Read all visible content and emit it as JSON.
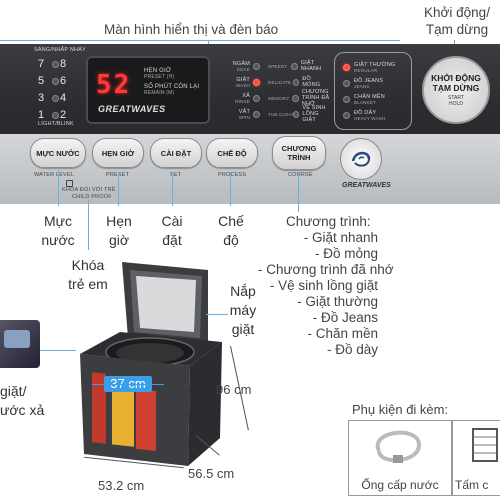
{
  "callouts": {
    "display": "Màn hình hiển thị và đèn báo",
    "start_line1": "Khởi động/",
    "start_line2": "Tạm dừng"
  },
  "panel": {
    "top_labels": {
      "select": "SÁNG/NHẤP NHÁY",
      "light_blink": "LIGHT/BLINK"
    },
    "water_numbers": [
      "7",
      "8",
      "5",
      "6",
      "3",
      "4",
      "1",
      "2"
    ],
    "display": {
      "digits": "52",
      "line1": "HẸN GIỜ",
      "line1_en": "PRESET (H)",
      "line2": "SỐ PHÚT CÒN LẠI",
      "line2_en": "REMAIN (M)",
      "brand": "GREATWAVES"
    },
    "process_items": [
      {
        "vi": "NGÂM",
        "en": "SOAK"
      },
      {
        "vi": "GIẶT",
        "en": "WASH"
      },
      {
        "vi": "XẢ",
        "en": "RINSE"
      },
      {
        "vi": "VẮT",
        "en": "SPIN"
      }
    ],
    "course_left": [
      {
        "en": "SPEEDY",
        "vi": "GIẶT NHANH"
      },
      {
        "en": "DELICATE",
        "vi": "ĐỒ MỎNG"
      },
      {
        "en": "MEMORY",
        "vi": "CHƯƠNG TRÌNH ĐÃ NHỚ"
      },
      {
        "en": "TUB CLEAN",
        "vi": "VỆ SINH LỒNG GIẶT"
      }
    ],
    "course_right": [
      {
        "vi": "GIẶT THƯỜNG",
        "en": "REGULAR"
      },
      {
        "vi": "ĐỒ JEANS",
        "en": "JEANS"
      },
      {
        "vi": "CHĂN MỀN",
        "en": "BLANKET"
      },
      {
        "vi": "ĐỒ DÀY",
        "en": "HEAVY WASH"
      }
    ],
    "start_button": {
      "line1": "KHỞI ĐỘNG",
      "line2": "TẠM DỪNG",
      "en1": "START",
      "en2": "HOLD"
    },
    "buttons": {
      "water_level": "MỰC NƯỚC",
      "water_level_en": "WATER LEVEL",
      "preset": "HẸN GIỜ",
      "preset_en": "PRESET",
      "set": "CÀI ĐẶT",
      "set_en": "SET",
      "process": "CHẾ ĐỘ",
      "process_en": "PROCESS",
      "course": "CHƯƠNG TRÌNH",
      "course_en": "COURSE",
      "child_lock": "KHÓA ĐỔI VỚI TRẺ",
      "child_lock_en": "CHILD PROOF",
      "brand": "GREATWAVES"
    }
  },
  "labels": {
    "water_level": [
      "Mực",
      "nước"
    ],
    "preset": [
      "Hẹn",
      "giờ"
    ],
    "set": [
      "Cài",
      "đặt"
    ],
    "process": [
      "Chế",
      "độ"
    ],
    "child_lock": [
      "Khóa",
      "trẻ em"
    ],
    "lid": [
      "Nắp",
      "máy",
      "giặt"
    ],
    "side_left": [
      "giặt/",
      "ước xả"
    ]
  },
  "programs": {
    "title": "Chương trình:",
    "items": [
      "- Giặt nhanh",
      "- Đồ mỏng",
      "- Chương trình đã nhớ",
      "- Vệ sinh lồng giặt",
      "- Giặt thường",
      "- Đồ Jeans",
      "- Chăn mền",
      "- Đồ dày"
    ]
  },
  "dimensions": {
    "drum": "37 cm",
    "height": "96 cm",
    "depth": "56.5 cm",
    "width": "53.2 cm"
  },
  "accessories": {
    "title": "Phụ kiện đi kèm:",
    "items": [
      "Ống cấp nước",
      "Tấm c"
    ]
  },
  "colors": {
    "accent_blue": "#3a9ee8",
    "led_red": "#ff3a3a",
    "panel_dark": "#2a2c30"
  }
}
